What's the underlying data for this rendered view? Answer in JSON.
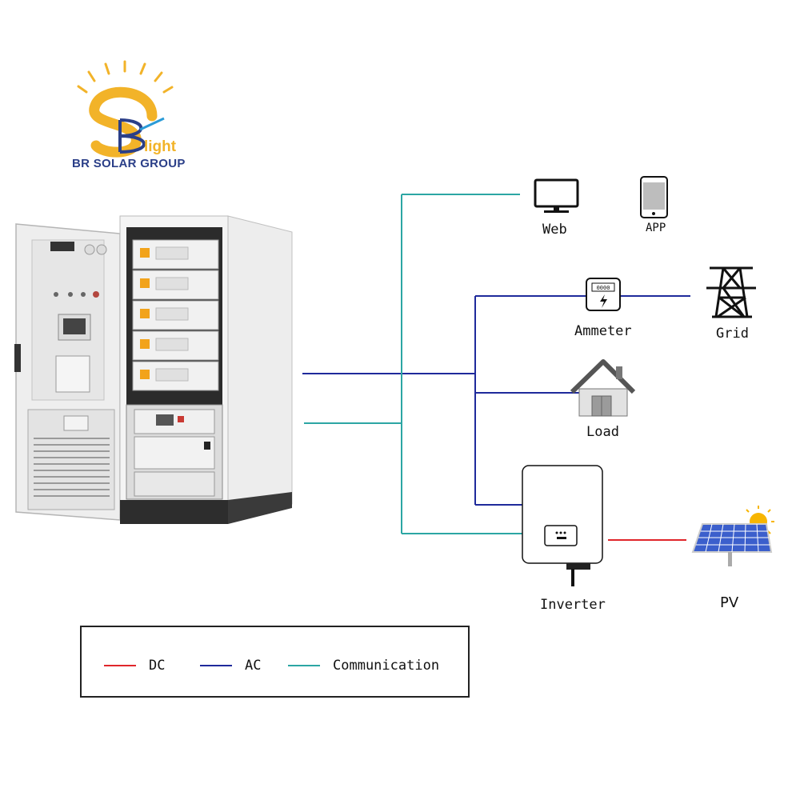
{
  "logo": {
    "wordmark": "light",
    "company": "BR SOLAR GROUP"
  },
  "nodes": {
    "web": "Web",
    "app": "APP",
    "ammeter": "Ammeter",
    "ammeter_display": "0000",
    "grid": "Grid",
    "load": "Load",
    "inverter": "Inverter",
    "pv": "PV"
  },
  "legend": {
    "dc": "DC",
    "ac": "AC",
    "communication": "Communication"
  },
  "colors": {
    "dc": "#e0262b",
    "ac": "#1f2a9b",
    "communication": "#2ca6a4",
    "logo_gold": "#f2b329",
    "logo_blue": "#2b3f88"
  }
}
